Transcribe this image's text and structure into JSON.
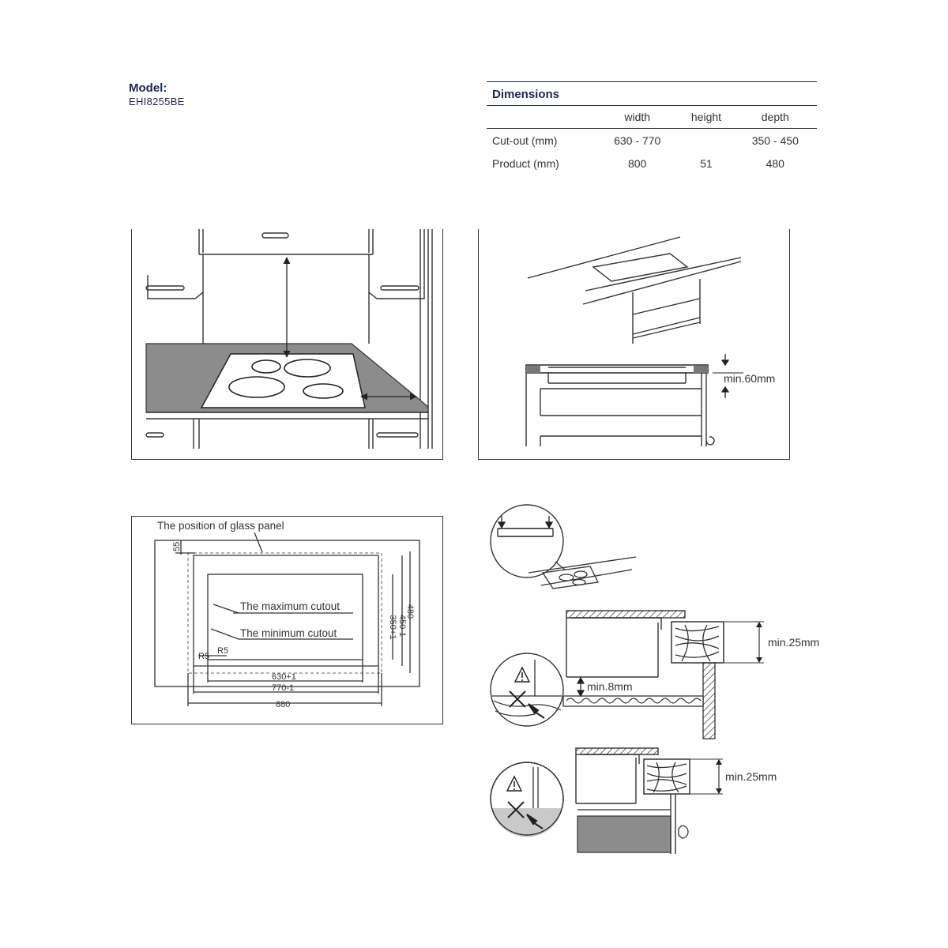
{
  "model": {
    "label": "Model:",
    "value": "EHI8255BE"
  },
  "dimensions": {
    "title": "Dimensions",
    "columns": [
      "",
      "width",
      "height",
      "depth"
    ],
    "rows": [
      {
        "label": "Cut-out (mm)",
        "width": "630 - 770",
        "height": "",
        "depth": "350 - 450"
      },
      {
        "label": "Product (mm)",
        "width": "800",
        "height": "51",
        "depth": "480"
      }
    ]
  },
  "diagrams": {
    "gap_label": "min.60mm",
    "cutout": {
      "glass_panel": "The position of glass panel",
      "max_cutout": "The maximum cutout",
      "min_cutout": "The minimum cutout",
      "dim_top": "55",
      "r5a": "R5",
      "r5b": "R5",
      "w_min": "630+1",
      "w_max": "770-1",
      "w_total": "880",
      "h_min": "350+1",
      "h_max": "450-1",
      "h_total": "480"
    },
    "clearance_top": "min.25mm",
    "clearance_mid": "min.8mm",
    "clearance_bottom": "min.25mm"
  },
  "colors": {
    "brand_navy": "#1e2656",
    "counter_grey": "#8c8c8c",
    "line": "#333333"
  }
}
